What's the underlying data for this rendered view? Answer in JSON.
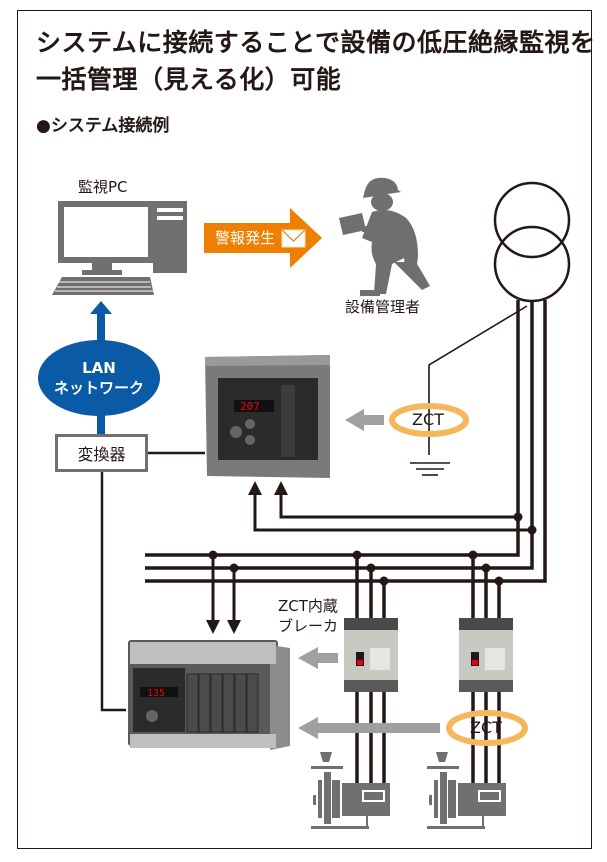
{
  "title": {
    "line1": "システムに接続することで設備の低圧絶縁監視を",
    "line2": "一括管理（見える化）可能"
  },
  "subtitle": "●システム接続例",
  "nodes": {
    "monitor_pc": "監視PC",
    "alarm": "警報発生",
    "manager": "設備管理者",
    "lan_line1": "LAN",
    "lan_line2": "ネットワーク",
    "converter": "変換器",
    "zct_top": "ZCT",
    "zct_bottom": "ZCT",
    "breaker_line1": "ZCT内蔵",
    "breaker_line2": "ブレーカ",
    "monitor_unit_display": "207",
    "multi_unit_display": "135"
  },
  "colors": {
    "line": "#231815",
    "lan_blue": "#0a5aa6",
    "alarm_orange": "#ee7f00",
    "zct_ring": "#f5b75c",
    "icon_gray": "#707070",
    "signal_arrow": "#a0a0a0",
    "led_red": "#e60012"
  }
}
